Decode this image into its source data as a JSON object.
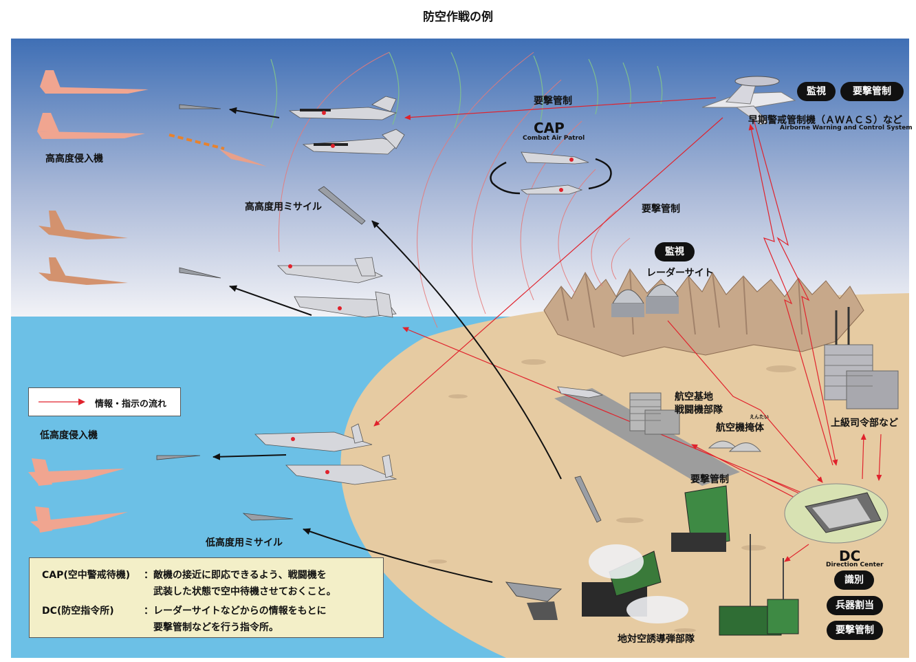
{
  "title": "防空作戦の例",
  "labels": {
    "high_intruder": "高高度侵入機",
    "high_missile": "高高度用ミサイル",
    "low_intruder": "低高度侵入機",
    "low_missile": "低高度用ミサイル",
    "intercept_top": "要撃管制",
    "intercept_mid": "要撃管制",
    "intercept_runway": "要撃管制",
    "cap": "CAP",
    "cap_sub": "Combat Air Patrol",
    "awacs": "早期警戒管制機（ＡＷＡＣＳ）など",
    "awacs_sub": "Airborne Warning and Control System",
    "radar_site": "レーダーサイト",
    "air_base_1": "航空基地",
    "air_base_2": "戦闘機部隊",
    "shelter": "航空機掩体",
    "shelter_ruby": "えんたい",
    "hq": "上級司令部など",
    "dc": "DC",
    "dc_sub": "Direction Center",
    "sam": "地対空誘導弾部隊"
  },
  "pills": {
    "awacs_monitor": "監視",
    "awacs_intercept": "要撃管制",
    "radar_monitor": "監視",
    "dc_identify": "識別",
    "dc_weapons": "兵器割当",
    "dc_intercept": "要撃管制"
  },
  "legend": {
    "text": "情報・指示の流れ"
  },
  "notes": [
    {
      "term": "CAP(空中警戒待機)",
      "colon": "：",
      "line1": "敵機の接近に即応できるよう、戦闘機を",
      "line2": "武装した状態で空中待機させておくこと。"
    },
    {
      "term": "DC(防空指令所)",
      "colon": "：",
      "line1": "レーダーサイトなどからの情報をもとに",
      "line2": "要撃管制などを行う指令所。"
    }
  ],
  "colors": {
    "sky_top": "#3f6fb5",
    "sky_bottom": "#f3f3f7",
    "sea": "#6cc0e6",
    "land": "#e6cba2",
    "mountain": "#c7a88a",
    "flow": "#e0222c",
    "notes_bg": "#f3efc8"
  }
}
